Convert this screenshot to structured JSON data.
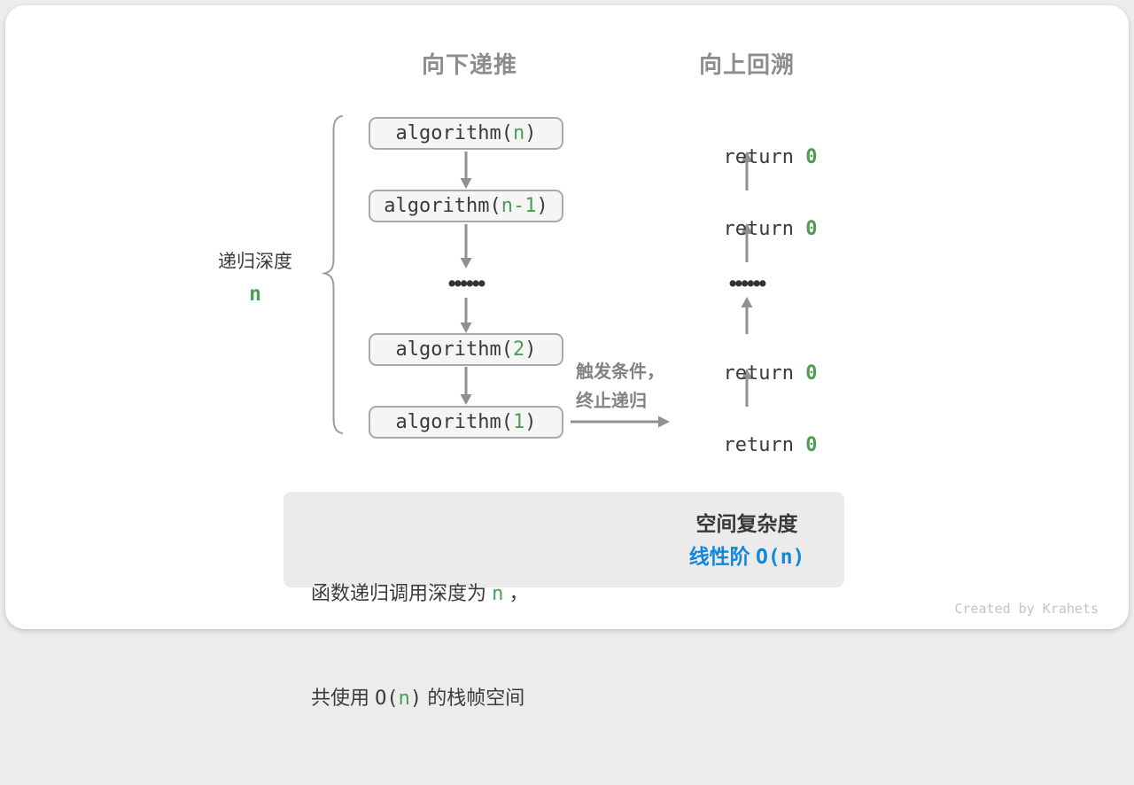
{
  "colors": {
    "accent_green": "#4E9D52",
    "accent_blue": "#1488D8",
    "heading_gray": "#8D8D8D",
    "text_dark": "#3A3A3A",
    "arrow_gray": "#909090",
    "box_fill": "#F5F5F5",
    "box_border": "#A9A9A9",
    "summary_bg": "#EBEBEB",
    "card_bg": "#FFFFFF"
  },
  "headers": {
    "recurse_down": "向下递推",
    "backtrack_up": "向上回溯"
  },
  "depth": {
    "label": "递归深度",
    "value": "n"
  },
  "stack_boxes": [
    {
      "pre": "algorithm(",
      "arg": "n",
      "post": ")"
    },
    {
      "pre": "algorithm(",
      "arg": "n-1",
      "post": ")"
    },
    {
      "pre": "algorithm(",
      "arg": "2",
      "post": ")"
    },
    {
      "pre": "algorithm(",
      "arg": "1",
      "post": ")"
    }
  ],
  "ellipsis": "••••••",
  "returns": [
    {
      "pre": "return ",
      "val": "0"
    },
    {
      "pre": "return ",
      "val": "0"
    },
    {
      "pre": "return ",
      "val": "0"
    },
    {
      "pre": "return ",
      "val": "0"
    }
  ],
  "base_case_note": {
    "line1": "触发条件，",
    "line2": "终止递归"
  },
  "summary": {
    "left": {
      "l1_pre": "函数递归调用深度为 ",
      "l1_var": "n",
      "l1_post": " ，",
      "l2_pre": "共使用 ",
      "l2_code_open": "O(",
      "l2_var": "n",
      "l2_code_close": ")",
      "l2_post": " 的栈帧空间"
    },
    "right": {
      "title": "空间复杂度",
      "grade": "线性阶",
      "complexity": "O(n)"
    }
  },
  "footer": "Created by Krahets"
}
